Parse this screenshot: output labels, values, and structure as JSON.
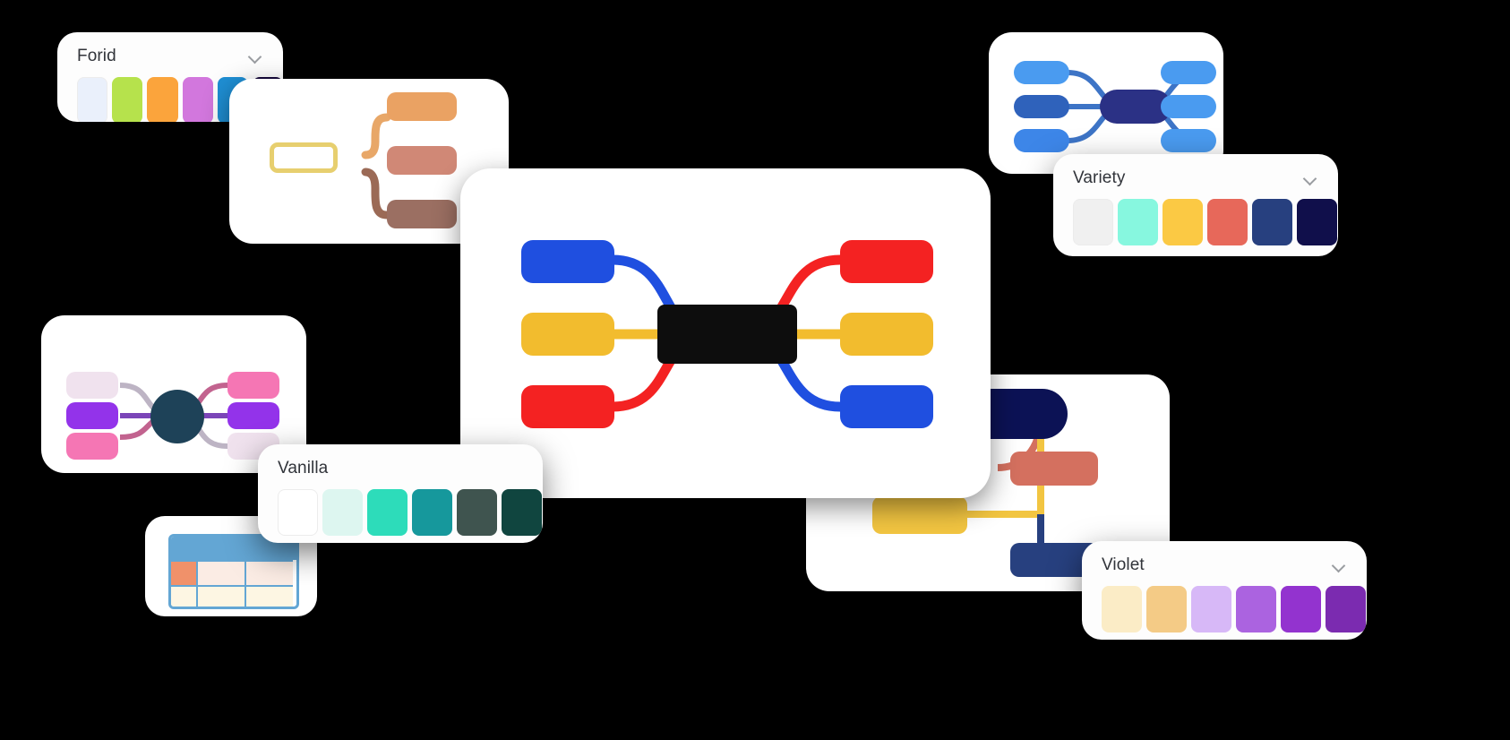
{
  "palettes": [
    {
      "id": "forid",
      "name": "Forid",
      "chevron_icon": "chevron-down-icon",
      "colors": [
        "#eaf0fb",
        "#b6e24c",
        "#fba43c",
        "#d277dd",
        "#1f8fd4",
        "#15073a"
      ]
    },
    {
      "id": "variety",
      "name": "Variety",
      "chevron_icon": "chevron-down-icon",
      "colors": [
        "#f0f0f0",
        "#87f7df",
        "#fbc944",
        "#e7685a",
        "#27407f",
        "#100f4b"
      ]
    },
    {
      "id": "vanilla",
      "name": "Vanilla",
      "chevron_icon": "chevron-down-icon",
      "colors": [
        "#ffffff",
        "#ddf6f0",
        "#2ddcba",
        "#16989c",
        "#3f544f",
        "#10453f"
      ]
    },
    {
      "id": "violet",
      "name": "Violet",
      "chevron_icon": "chevron-down-icon",
      "colors": [
        "#fbecc6",
        "#f4cb86",
        "#d7b8f7",
        "#ab63e0",
        "#9333cf",
        "#7b2bb0"
      ]
    }
  ],
  "diagrams": {
    "center": {
      "id": "center-mindmap",
      "root_color": "#0d0d0d",
      "left_nodes": [
        {
          "label_color": "#1f4fe0",
          "row": "top"
        },
        {
          "label_color": "#f2bc2e",
          "row": "middle"
        },
        {
          "label_color": "#f42222",
          "row": "bottom"
        }
      ],
      "right_nodes": [
        {
          "label_color": "#f42222",
          "row": "top"
        },
        {
          "label_color": "#f2bc2e",
          "row": "middle"
        },
        {
          "label_color": "#1f4fe0",
          "row": "bottom"
        }
      ]
    },
    "blue": {
      "id": "blue-mindmap",
      "root_color": "#2b3185",
      "left_nodes": [
        "#4a9bf0",
        "#2f62bb",
        "#3d86e8"
      ],
      "right_nodes": [
        "#4a9bf0",
        "#4a9bf0",
        "#4a9bf0"
      ],
      "link_color": "#3d74c6"
    },
    "pink": {
      "id": "pink-mindmap",
      "root_color": "#1e4258",
      "left_nodes": [
        "#f0e2ee",
        "#9333ea",
        "#f576b4"
      ],
      "right_nodes": [
        "#f576b4",
        "#9333ea",
        "#f0e2ee"
      ],
      "link_colors": [
        "#bdb4c4",
        "#7b45b8",
        "#c2638f"
      ]
    },
    "brace": {
      "id": "brace-diagram",
      "root_outline_color": "#e7cf6f",
      "brace_colors": [
        "#e8a768",
        "#9b6a56"
      ],
      "nodes": [
        "#eaa263",
        "#d08876",
        "#9b6f62"
      ]
    },
    "bottomright": {
      "id": "bottomright-mindmap",
      "nodes": [
        "#0c1255",
        "#d4705f",
        "#f2c541",
        "#27407f"
      ],
      "link_colors": [
        "#d4705f",
        "#f2c541",
        "#27407f"
      ]
    }
  },
  "table_card": {
    "id": "table-card",
    "header_color": "#63a6d4",
    "accent_cell_color": "#f0916a",
    "cell_colors": [
      "#fbece4",
      "#fbece4",
      "#fdf6e3",
      "#fdf6e3",
      "#fdf6e3"
    ],
    "rows": 2,
    "cols": 3
  }
}
